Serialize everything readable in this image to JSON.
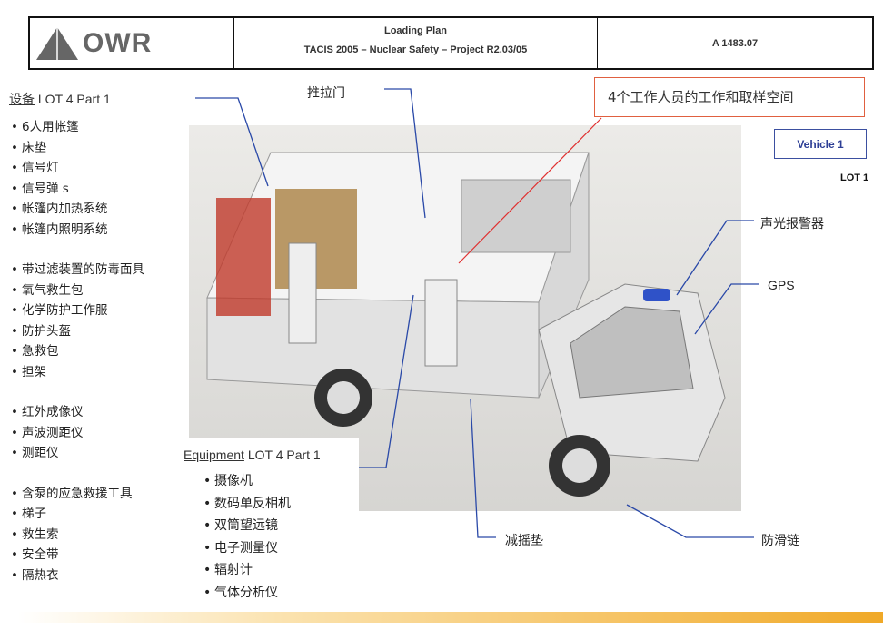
{
  "header": {
    "logo": "OWR",
    "title": "Loading Plan",
    "subtitle": "TACIS 2005 – Nuclear Safety – Project R2.03/05",
    "doc_number": "A 1483.07"
  },
  "left_list": {
    "title_cn": "设备",
    "title_en": "LOT 4 Part 1",
    "groups": [
      [
        "6人用帐篷",
        "床垫",
        "信号灯",
        "信号弹 s",
        "帐篷内加热系统",
        "帐篷内照明系统"
      ],
      [
        "带过滤装置的防毒面具",
        "氧气救生包",
        "化学防护工作服",
        "防护头盔",
        "急救包",
        "担架"
      ],
      [
        "红外成像仪",
        "声波测距仪",
        "测距仪"
      ],
      [
        "含泵的应急救援工具",
        "梯子",
        "救生索",
        "安全带",
        "隔热衣"
      ]
    ]
  },
  "equipment_list": {
    "title_underlined": "Equipment",
    "title_rest": "LOT 4 Part 1",
    "items": [
      "摄像机",
      "数码单反相机",
      "双筒望远镜",
      "电子测量仪",
      "辐射计",
      "气体分析仪"
    ]
  },
  "callouts": {
    "sliding_door": "推拉门",
    "work_space": "4个工作人员的工作和取样空间",
    "alarm": "声光报警器",
    "gps": "GPS",
    "shock_pad": "减摇垫",
    "anti_skid_chain": "防滑链"
  },
  "vehicle_label": "Vehicle  1",
  "lot_label": "LOT 1",
  "colors": {
    "callout_line": "#2a49a8",
    "red_box": "#e06040",
    "bar_end": "#f0a928"
  }
}
